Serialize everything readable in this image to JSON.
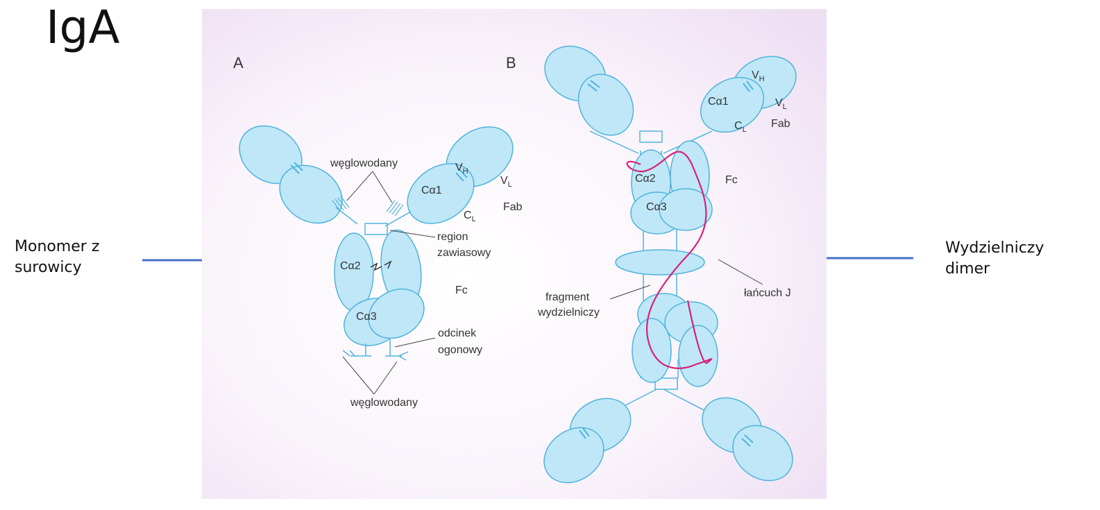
{
  "title": "IgA",
  "left_label": {
    "line1": "Monomer z",
    "line2": "surowicy"
  },
  "right_label": {
    "line1": "Wydzielniczy",
    "line2": "dimer"
  },
  "colors": {
    "domain_fill": "#bfe7f7",
    "domain_stroke": "#4fb3dd",
    "j_chain": "#d6217a",
    "arrow": "#4472c4",
    "panel_bg": "#f4eaf7"
  },
  "panel_a": {
    "letter": "A",
    "vh": "V",
    "vh_sub": "H",
    "vl": "V",
    "vl_sub": "L",
    "ca1": "Cα1",
    "cl": "C",
    "cl_sub": "L",
    "fab": "Fab",
    "carb_top": "węglowodany",
    "hinge_1": "region",
    "hinge_2": "zawiasowy",
    "ca2": "Cα2",
    "fc": "Fc",
    "ca3": "Cα3",
    "tail_1": "odcinek",
    "tail_2": "ogonowy",
    "carb_bottom": "węglowodany"
  },
  "panel_b": {
    "letter": "B",
    "vh": "V",
    "vh_sub": "H",
    "vl": "V",
    "vl_sub": "L",
    "ca1": "Cα1",
    "cl": "C",
    "cl_sub": "L",
    "fab": "Fab",
    "ca2": "Cα2",
    "fc": "Fc",
    "ca3": "Cα3",
    "secretory_1": "fragment",
    "secretory_2": "wydzielniczy",
    "j_chain": "łańcuch J"
  }
}
